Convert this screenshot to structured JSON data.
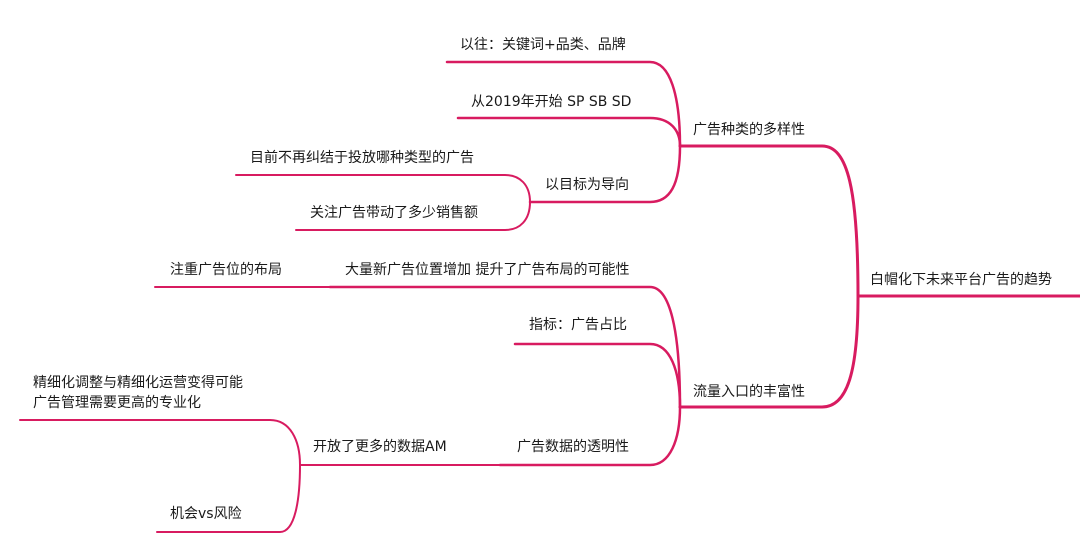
{
  "line_color": "#d81b60",
  "root": {
    "label": "白帽化下未来平台广告的趋势"
  },
  "branches": [
    {
      "label": "广告种类的多样性",
      "children": [
        {
          "label": "以往：关键词+品类、品牌"
        },
        {
          "label": "从2019年开始 SP SB SD"
        },
        {
          "label": "以目标为导向",
          "children": [
            {
              "label": "目前不再纠结于投放哪种类型的广告"
            },
            {
              "label": "关注广告带动了多少销售额"
            }
          ]
        }
      ]
    },
    {
      "label": "流量入口的丰富性",
      "children": [
        {
          "label": "大量新广告位置增加 提升了广告布局的可能性",
          "children": [
            {
              "label": "注重广告位的布局"
            }
          ]
        },
        {
          "label": "指标：广告占比"
        },
        {
          "label": "广告数据的透明性",
          "children": [
            {
              "label": "开放了更多的数据AM",
              "children": [
                {
                  "lines": [
                    "精细化调整与精细化运营变得可能",
                    "广告管理需要更高的专业化"
                  ]
                },
                {
                  "label": "机会vs风险"
                }
              ]
            }
          ]
        }
      ]
    }
  ]
}
